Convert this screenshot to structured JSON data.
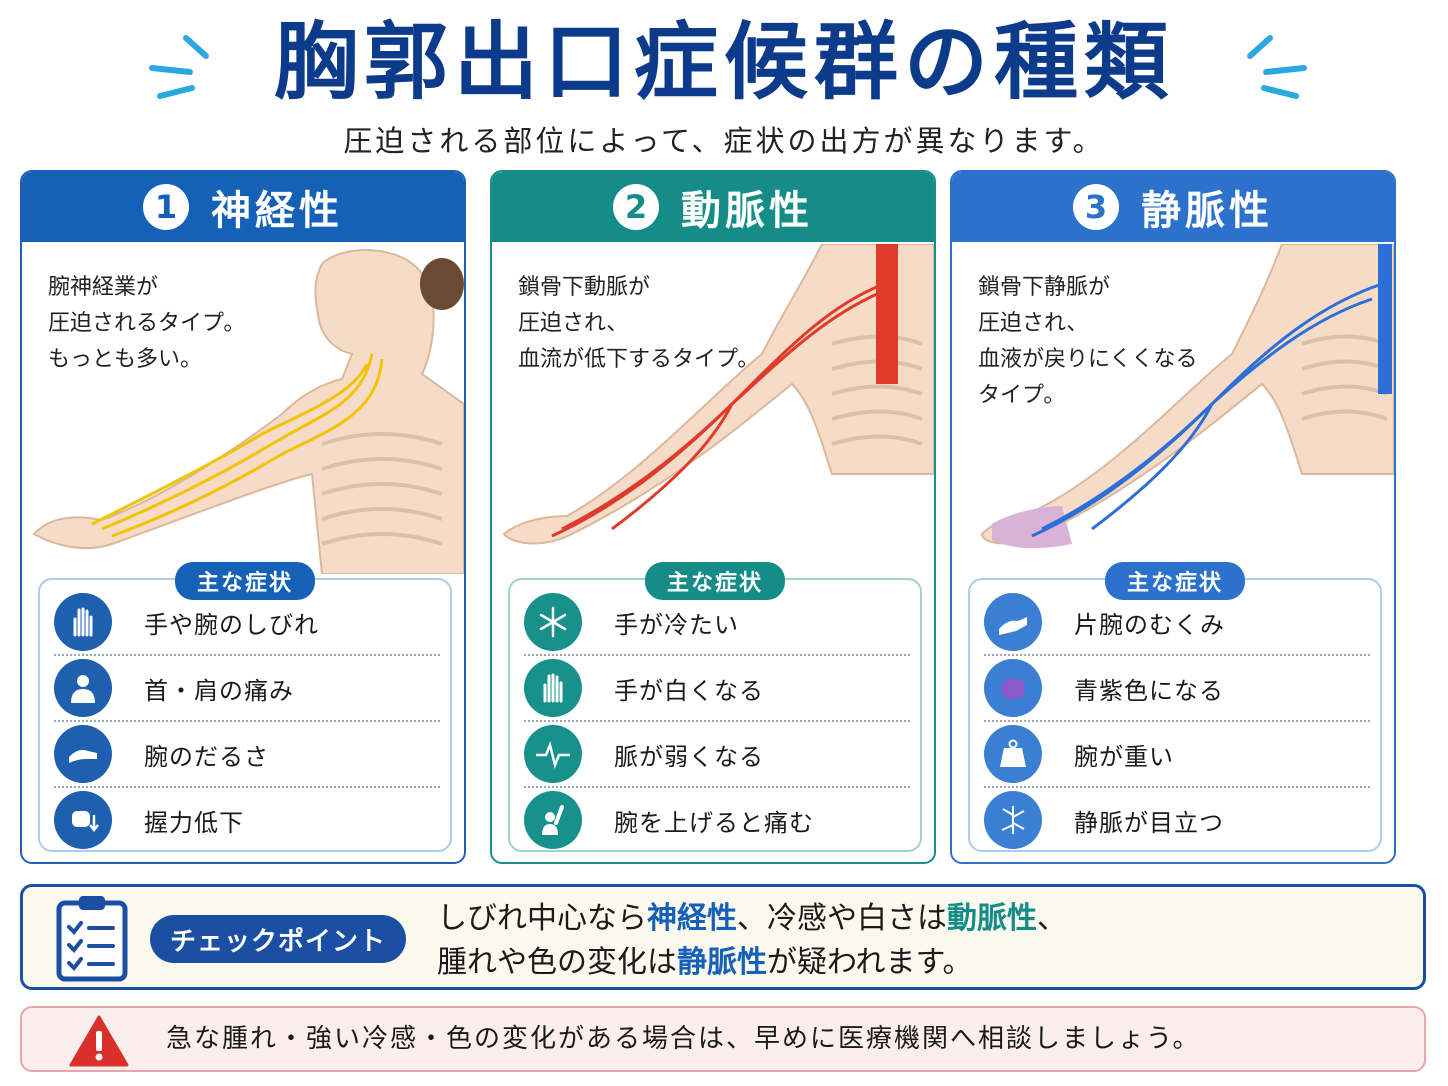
{
  "header": {
    "title": "胸郭出口症候群の種類",
    "subtitle": "圧迫される部位によって、症状の出方が異なります。"
  },
  "symptoms_label": "主な症状",
  "panels": [
    {
      "number": "1",
      "title": "神経性",
      "color": "#1561b8",
      "description": [
        "腕神経業が",
        "圧迫されるタイプ。",
        "もっとも多い。"
      ],
      "symptoms": [
        {
          "label": "手や腕のしびれ",
          "icon": "hand-tingling-icon"
        },
        {
          "label": "首・肩の痛み",
          "icon": "neck-shoulder-pain-icon"
        },
        {
          "label": "腕のだるさ",
          "icon": "arm-fatigue-icon"
        },
        {
          "label": "握力低下",
          "icon": "grip-weakness-icon"
        }
      ]
    },
    {
      "number": "2",
      "title": "動脈性",
      "color": "#168c88",
      "description": [
        "鎖骨下動脈が",
        "圧迫され、",
        "血流が低下するタイプ。"
      ],
      "symptoms": [
        {
          "label": "手が冷たい",
          "icon": "snowflake-icon"
        },
        {
          "label": "手が白くなる",
          "icon": "white-hand-icon"
        },
        {
          "label": "脈が弱くなる",
          "icon": "pulse-icon"
        },
        {
          "label": "腕を上げると痛む",
          "icon": "arm-raise-pain-icon"
        }
      ]
    },
    {
      "number": "3",
      "title": "静脈性",
      "color": "#2c72cc",
      "description": [
        "鎖骨下静脈が",
        "圧迫され、",
        "血液が戻りにくくなる",
        "タイプ。"
      ],
      "symptoms": [
        {
          "label": "片腕のむくみ",
          "icon": "arm-swelling-icon"
        },
        {
          "label": "青紫色になる",
          "icon": "bruise-icon"
        },
        {
          "label": "腕が重い",
          "icon": "weight-icon"
        },
        {
          "label": "静脈が目立つ",
          "icon": "veins-icon"
        }
      ]
    }
  ],
  "checkpoint": {
    "badge": "チェックポイント",
    "line1_a": "しびれ中心なら",
    "line1_b": "神経性",
    "line1_c": "、冷感や白さは",
    "line1_d": "動脈性",
    "line1_e": "、",
    "line2_a": "腫れや色の変化は",
    "line2_b": "静脈性",
    "line2_c": "が疑われます。"
  },
  "warning": {
    "text": "急な腫れ・強い冷感・色の変化がある場合は、早めに医療機関へ相談しましょう。"
  }
}
